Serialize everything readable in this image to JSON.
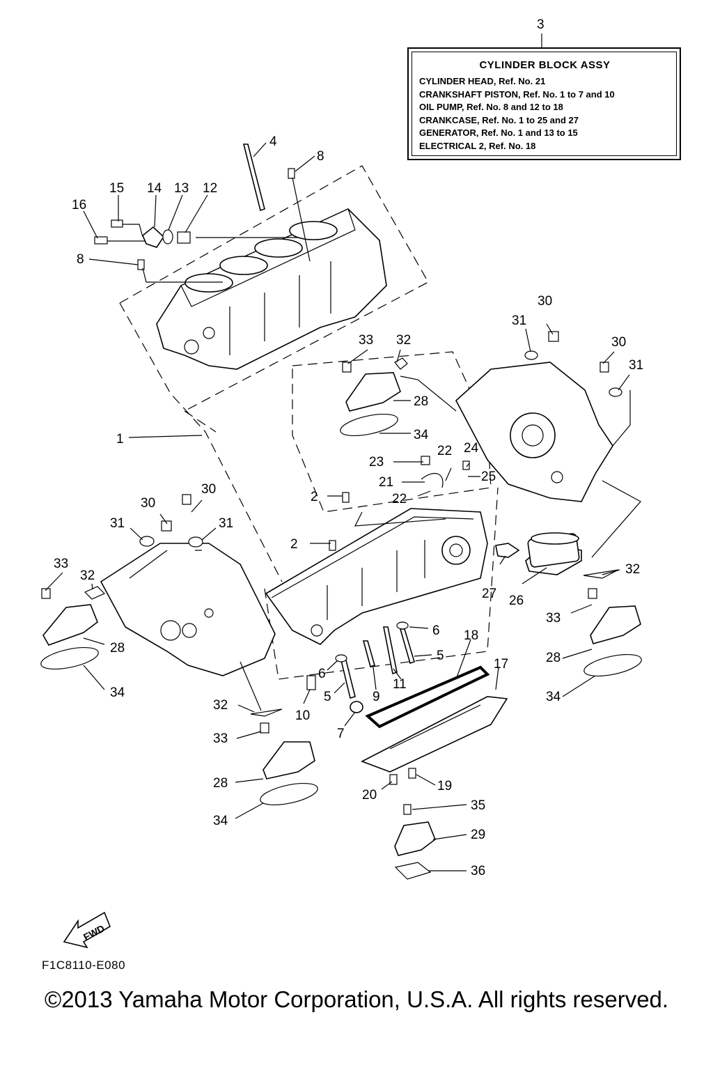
{
  "assembly_box": {
    "ref_label": "3",
    "title": "CYLINDER BLOCK ASSY",
    "lines": [
      "CYLINDER HEAD, Ref. No. 21",
      "CRANKSHAFT PISTON,  Ref. No. 1 to 7 and 10",
      "OIL PUMP, Ref. No. 8 and 12 to 18",
      "CRANKCASE,  Ref. No. 1 to 25 and 27",
      "GENERATOR,  Ref. No. 1 and 13 to 15",
      "ELECTRICAL 2, Ref. No. 18"
    ]
  },
  "callouts": [
    "4",
    "8",
    "15",
    "14",
    "13",
    "12",
    "16",
    "8",
    "30",
    "31",
    "30",
    "31",
    "33",
    "32",
    "28",
    "34",
    "1",
    "23",
    "22",
    "24",
    "21",
    "25",
    "22",
    "2",
    "30",
    "30",
    "31",
    "31",
    "2",
    "33",
    "32",
    "28",
    "34",
    "32",
    "27",
    "26",
    "6",
    "18",
    "17",
    "33",
    "28",
    "34",
    "5",
    "11",
    "6",
    "9",
    "5",
    "10",
    "7",
    "32",
    "33",
    "28",
    "34",
    "19",
    "20",
    "35",
    "29",
    "36"
  ],
  "fwd_label": "FWD",
  "drawing_code": "F1C8110-E080",
  "copyright": "©2013 Yamaha Motor Corporation, U.S.A. All rights reserved."
}
